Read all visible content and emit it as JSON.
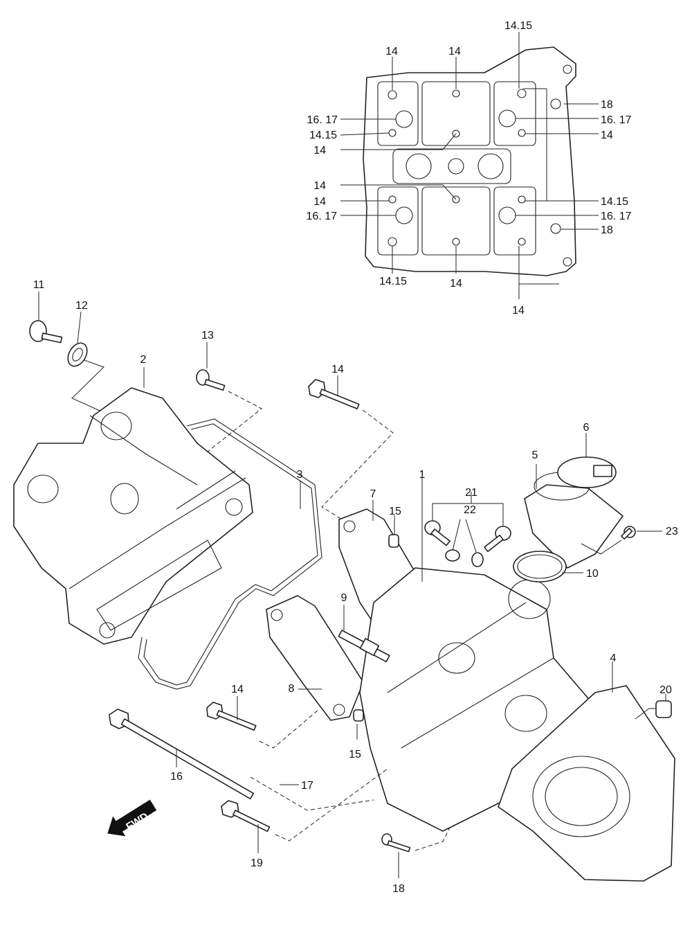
{
  "diagram": {
    "fwd_label": "FWD",
    "top_view_callouts": [
      "14.15",
      "14",
      "14",
      "16. 17",
      "14.15",
      "14",
      "18",
      "16. 17",
      "14",
      "14",
      "14",
      "16. 17",
      "14.15",
      "16. 17",
      "18",
      "14.15",
      "14",
      "14"
    ],
    "part_callouts": [
      "11",
      "12",
      "2",
      "13",
      "14",
      "3",
      "7",
      "15",
      "1",
      "21",
      "22",
      "5",
      "6",
      "23",
      "10",
      "9",
      "8",
      "14",
      "15",
      "16",
      "17",
      "19",
      "18",
      "4",
      "20"
    ]
  }
}
